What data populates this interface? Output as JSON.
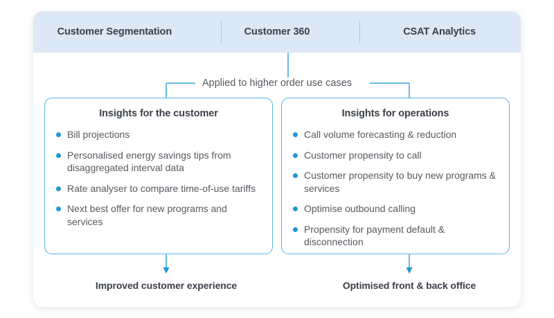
{
  "header": {
    "tabs": [
      {
        "label": "Customer Segmentation"
      },
      {
        "label": "Customer 360"
      },
      {
        "label": "CSAT Analytics"
      }
    ]
  },
  "connector": {
    "caption": "Applied to higher order use cases",
    "line_color": "#56b2e7"
  },
  "panels": [
    {
      "title": "Insights for the customer",
      "bullets": [
        "Bill projections",
        "Personalised energy savings tips from disaggregated interval data",
        "Rate analyser to compare time-of-use tariffs",
        "Next best offer for new programs and services"
      ],
      "outcome": "Improved customer experience"
    },
    {
      "title": "Insights for operations",
      "bullets": [
        "Call volume forecasting & reduction",
        "Customer propensity to call",
        "Customer propensity to buy new programs & services",
        "Optimise outbound calling",
        "Propensity for payment default & disconnection"
      ],
      "outcome": "Optimised front & back office"
    }
  ],
  "colors": {
    "header_background": "#dce8f6",
    "accent_blue": "#2196d9",
    "border_blue": "#56b2e7",
    "text_dark": "#3b4048",
    "text_body": "#55595f"
  }
}
